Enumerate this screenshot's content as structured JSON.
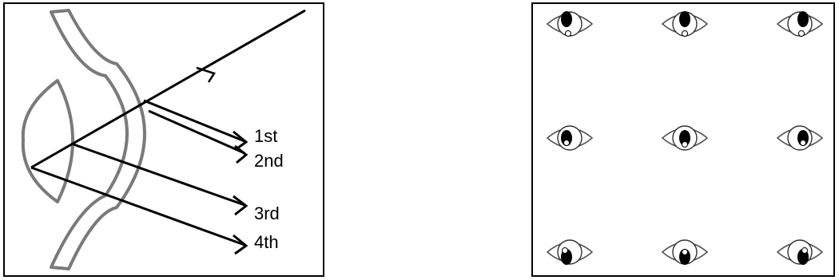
{
  "reflections": [
    {
      "label": "1st"
    },
    {
      "label": "2nd"
    },
    {
      "label": "3rd"
    },
    {
      "label": "4th"
    }
  ],
  "eye_grid": {
    "rows": 3,
    "cols": 3
  },
  "colors": {
    "ink": "#000000",
    "eye_structure": "#7a7a7a",
    "background": "#ffffff"
  }
}
